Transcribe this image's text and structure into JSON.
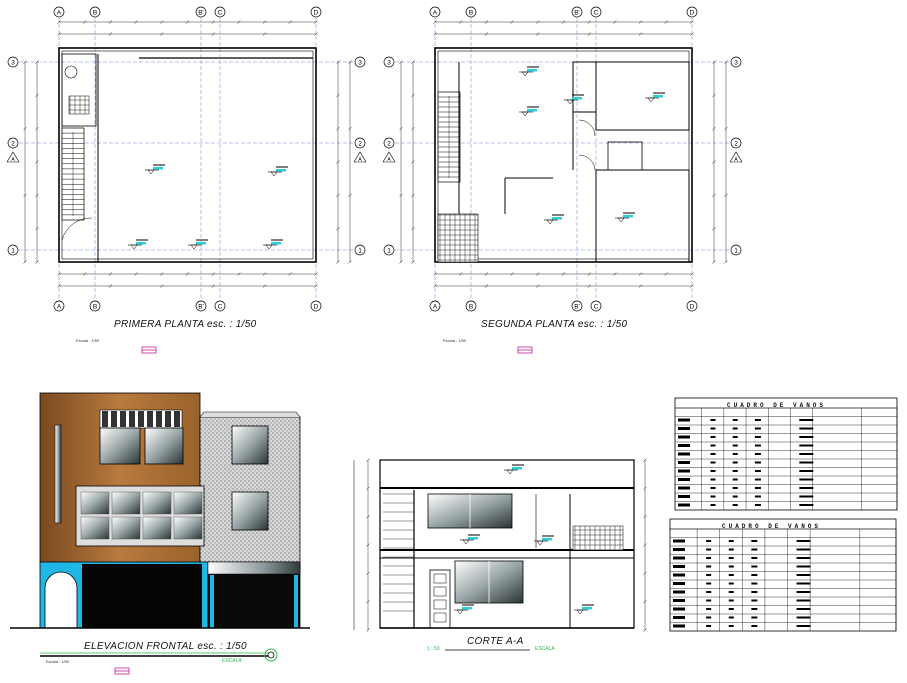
{
  "plans": {
    "first_floor_title": "PRIMERA PLANTA esc. : 1/50",
    "second_floor_title": "SEGUNDA PLANTA esc. : 1/50",
    "scale_note": "Escala : 1/50",
    "axis_letters": [
      "A",
      "B",
      "B'",
      "C",
      "D"
    ],
    "axis_numbers": [
      "1",
      "2",
      "3"
    ],
    "section_marker": "A"
  },
  "elevation": {
    "title": "ELEVACION FRONTAL esc. : 1/50",
    "scale_note": "Escala : 1/50",
    "scale_caption": "ESCALA"
  },
  "section": {
    "title": "CORTE A-A",
    "scale_value": "1 : 50",
    "scale_caption": "ESCALA"
  },
  "tables": {
    "table1_title": "CUADRO DE VANOS",
    "table2_title": "CUADRO DE VANOS"
  },
  "colors": {
    "facade_brown": "#a86c34",
    "accent_cyan": "#1fb8e6",
    "dim_green": "#2bb84a",
    "grid_blue": "#3050c0",
    "magenta": "#c0209a"
  }
}
